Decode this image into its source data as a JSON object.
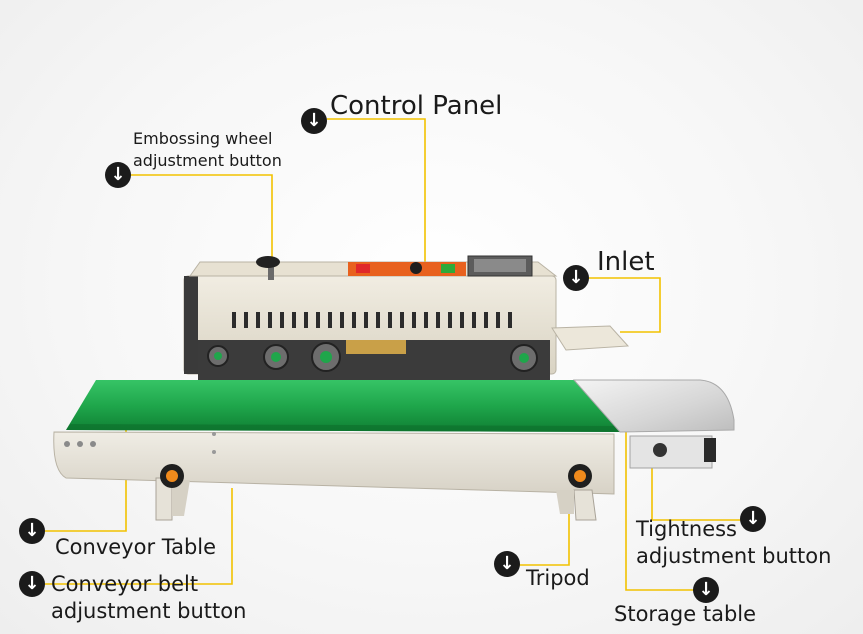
{
  "labels": {
    "control_panel": "Control Panel",
    "embossing": [
      "Embossing wheel",
      "adjustment button"
    ],
    "inlet": "Inlet",
    "conveyor_table": "Conveyor Table",
    "conveyor_belt": [
      "Conveyor belt",
      "adjustment button"
    ],
    "tripod": "Tripod",
    "tightness": [
      "Tightness",
      "adjustment button"
    ],
    "storage_table": "Storage table"
  },
  "marker_icon": "down-arrow-circle-icon",
  "colors": {
    "leader_line": "#f2c200",
    "belt": "#1fa64b",
    "machine_body": "#e9e4d6",
    "knob_orange": "#f08a1c",
    "button_red": "#e0282a",
    "button_green": "#2eaa3a"
  }
}
